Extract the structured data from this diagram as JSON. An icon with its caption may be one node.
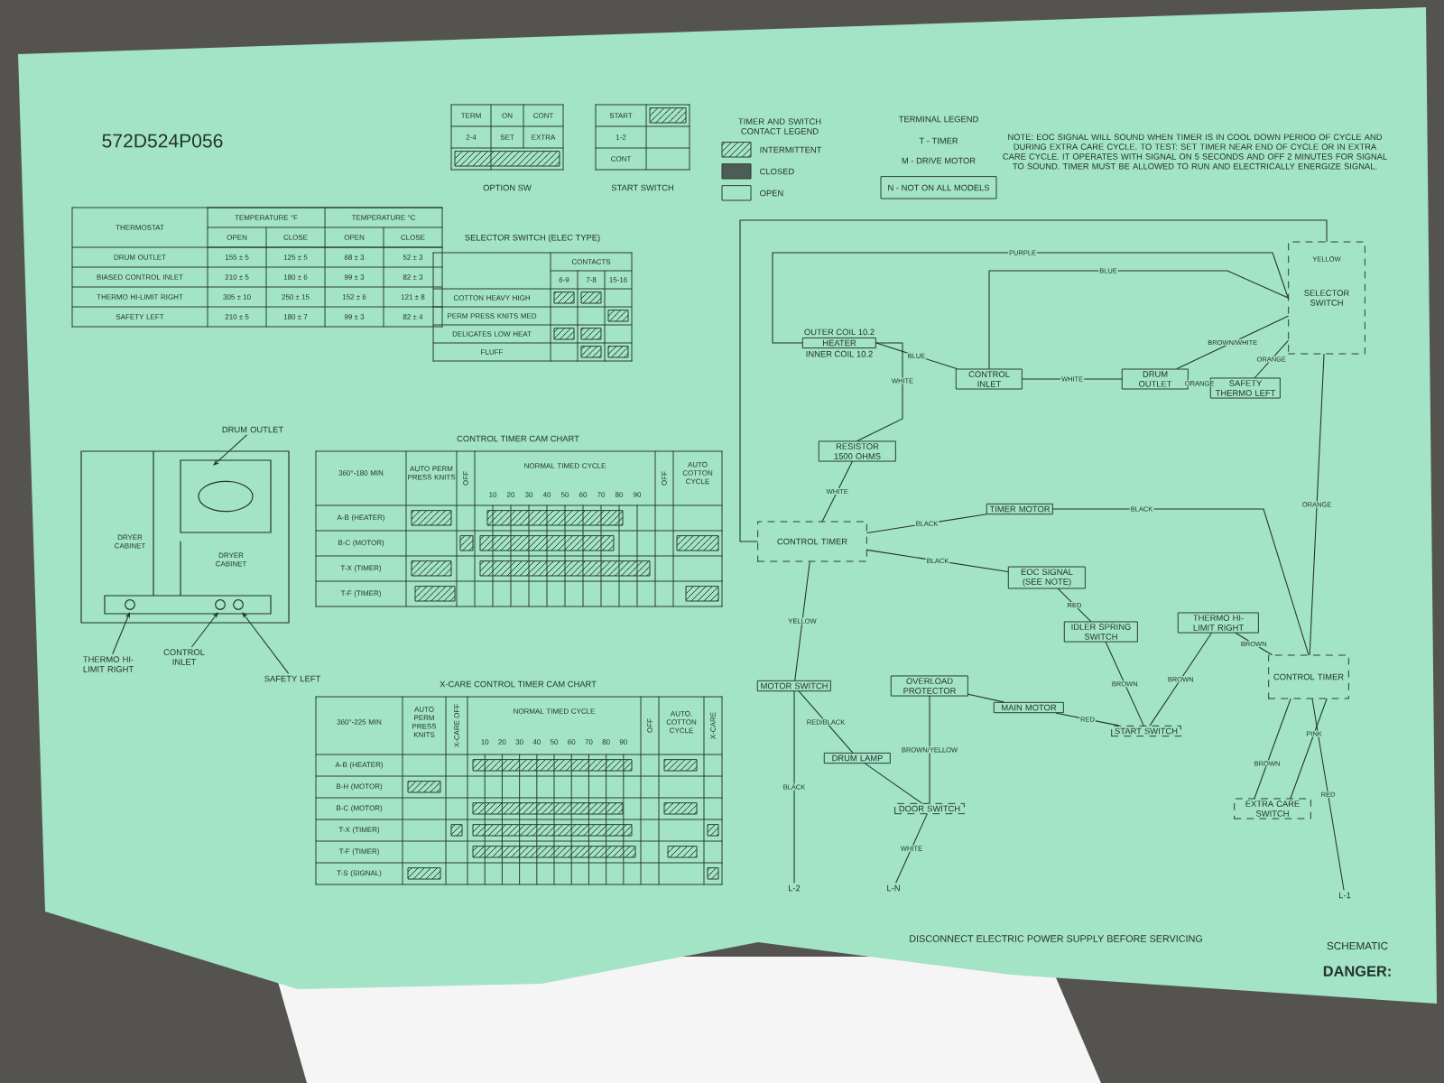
{
  "diagram": {
    "nodes": [
      {
        "text": [
          "SELECTOR SWITCH"
        ]
      },
      {
        "text": [
          "CONTROL INLET"
        ]
      },
      {
        "text": [
          "DRUM OUTLET"
        ]
      },
      {
        "text": [
          "SAFETY THERMO LEFT"
        ]
      },
      {
        "text": [
          "HEATER"
        ],
        "beside": [
          "OUTER COIL 10.2",
          "INNER COIL 10.2"
        ]
      },
      {
        "text": [
          "RESISTOR 1500 OHMS"
        ]
      },
      {
        "text": [
          "TIMER MOTOR"
        ]
      },
      {
        "text": [
          "CONTROL TIMER"
        ]
      },
      {
        "text": [
          "EOC SIGNAL (SEE NOTE)"
        ]
      },
      {
        "text": [
          "IDLER SPRING SWITCH"
        ]
      },
      {
        "text": [
          "START SWITCH"
        ]
      },
      {
        "text": [
          "THERMO HI-LIMIT RIGHT"
        ]
      },
      {
        "text": [
          "CONTROL TIMER"
        ]
      },
      {
        "text": [
          "EXTRA CARE SWITCH"
        ]
      },
      {
        "text": [
          "MAIN MOTOR"
        ]
      },
      {
        "text": [
          "OVERLOAD PROTECTOR"
        ]
      },
      {
        "text": [
          "DRUM LAMP"
        ]
      },
      {
        "text": [
          "DOOR SWITCH"
        ]
      },
      {
        "text": [
          "MOTOR SWITCH"
        ]
      },
      {
        "text": [
          "L-1"
        ]
      },
      {
        "text": [
          "L-N"
        ]
      },
      {
        "text": [
          "L-2"
        ]
      },
      {
        "text": [
          "DRUM OUTLET"
        ]
      },
      {
        "text": [
          "THERMO HI-LIMIT RIGHT"
        ]
      },
      {
        "text": [
          "CONTROL INLET"
        ]
      },
      {
        "text": [
          "SAFETY LEFT"
        ]
      }
    ],
    "edges": [
      {
        "from": 19,
        "to": 12,
        "arrow": "none",
        "label": "RED"
      },
      {
        "from": 12,
        "to": 13,
        "arrow": "none",
        "label": "PINK"
      },
      {
        "from": 12,
        "to": 13,
        "arrow": "none",
        "label": "BROWN"
      },
      {
        "from": 12,
        "to": 11,
        "arrow": "none",
        "label": "BROWN"
      },
      {
        "from": 11,
        "to": 10,
        "arrow": "none",
        "label": "BROWN"
      },
      {
        "from": 10,
        "to": 14,
        "arrow": "none",
        "label": "RED"
      },
      {
        "from": 10,
        "to": 9,
        "arrow": "none",
        "label": "BROWN"
      },
      {
        "from": 9,
        "to": 8,
        "arrow": "none",
        "label": "RED"
      },
      {
        "from": 14,
        "to": 15,
        "arrow": "none"
      },
      {
        "from": 15,
        "to": 17,
        "arrow": "none",
        "label": "BROWN/YELLOW"
      },
      {
        "from": 17,
        "to": 20,
        "arrow": "none",
        "label": "WHITE"
      },
      {
        "from": 16,
        "to": 18,
        "arrow": "none",
        "label": "RED/BLACK"
      },
      {
        "from": 16,
        "to": 17,
        "arrow": "none"
      },
      {
        "from": 18,
        "to": 21,
        "arrow": "none",
        "label": "BLACK"
      },
      {
        "from": 18,
        "to": 7,
        "arrow": "none",
        "label": "YELLOW"
      },
      {
        "from": 12,
        "to": 0,
        "arrow": "none",
        "label": "ORANGE"
      },
      {
        "from": 0,
        "to": 3,
        "arrow": "none",
        "label": "ORANGE"
      },
      {
        "from": 3,
        "to": 2,
        "arrow": "none",
        "label": "ORANGE"
      },
      {
        "from": 2,
        "to": 1,
        "arrow": "none",
        "label": "WHITE"
      },
      {
        "from": 0,
        "to": 2,
        "arrow": "none",
        "label": "BROWN/WHITE"
      },
      {
        "from": 0,
        "to": 1,
        "arrow": "none",
        "label": "BLUE"
      },
      {
        "from": 0,
        "to": 7,
        "arrow": "none",
        "label": "YELLOW"
      },
      {
        "from": 0,
        "to": 4,
        "arrow": "none",
        "label": "PURPLE"
      },
      {
        "from": 1,
        "to": 4,
        "arrow": "none",
        "label": "BLUE"
      },
      {
        "from": 4,
        "to": 5,
        "arrow": "none",
        "label": "WHITE"
      },
      {
        "from": 5,
        "to": 7,
        "arrow": "none",
        "label": "WHITE"
      },
      {
        "from": 7,
        "to": 6,
        "arrow": "none",
        "label": "BLACK"
      },
      {
        "from": 6,
        "to": 12,
        "arrow": "none",
        "label": "BLACK"
      },
      {
        "from": 7,
        "to": 8,
        "arrow": "none",
        "label": "BLACK"
      },
      {
        "from": 22,
        "to": null,
        "arrow": "to"
      },
      {
        "from": 23,
        "to": null,
        "arrow": "to"
      },
      {
        "from": 24,
        "to": null,
        "arrow": "to"
      },
      {
        "from": 25,
        "to": null,
        "arrow": "to"
      }
    ],
    "labels": [
      "DANGER:",
      "SCHEMATIC",
      "DISCONNECT ELECTRIC POWER SUPPLY BEFORE SERVICING",
      "NOTE: EOC SIGNAL WILL SOUND WHEN TIMER IS IN COOL DOWN PERIOD OF CYCLE AND DURING EXTRA CARE CYCLE. TO TEST: SET TIMER NEAR END OF CYCLE OR IN EXTRA CARE CYCLE. IT OPERATES WITH SIGNAL ON 5 SECONDS AND OFF 2 MINUTES FOR SIGNAL TO SOUND. TIMER MUST BE ALLOWED TO RUN AND ELECTRICALLY ENERGIZE SIGNAL.",
      "TERMINAL LEGEND",
      "T - TIMER",
      "M - DRIVE MOTOR",
      "N - NOT ON ALL MODELS",
      "TIMER AND SWITCH CONTACT LEGEND",
      "START SWITCH",
      "START",
      "1-2",
      "CONT",
      "OPTION SW",
      "TERM",
      "2-4",
      "ON",
      "SET",
      "CONT",
      "EXTRA",
      "572D524P056",
      "THERMOSTAT",
      "TEMPERATURE °F",
      "TEMPERATURE °C",
      "OPEN",
      "CLOSE",
      "OPEN",
      "CLOSE",
      "DRUM OUTLET",
      "155 ± 5",
      "125 ± 5",
      "68 ± 3",
      "52 ± 3",
      "BIASED CONTROL INLET",
      "210 ± 5",
      "180 ± 6",
      "99 ± 3",
      "82 ± 3",
      "THERMO HI-LIMIT RIGHT",
      "305 ± 10",
      "250 ± 15",
      "152 ± 6",
      "121 ± 8",
      "SAFETY LEFT",
      "210 ± 5",
      "180 ± 7",
      "99 ± 3",
      "82 ± 4",
      "SELECTOR SWITCH (ELEC TYPE)",
      "CONTACTS",
      "6-9",
      "7-8",
      "15-16",
      "COTTON HEAVY HIGH",
      "PERM PRESS KNITS MED",
      "DELICATES LOW HEAT",
      "FLUFF",
      "CONTROL TIMER CAM CHART",
      "360°-180 MIN",
      "AUTO PERM PRESS KNITS",
      "OFF",
      "NORMAL TIMED CYCLE",
      "OFF",
      "AUTO COTTON CYCLE",
      "10",
      "20",
      "30",
      "40",
      "50",
      "60",
      "70",
      "80",
      "90",
      "A-B (HEATER)",
      "B-C (MOTOR)",
      "T-X (TIMER)",
      "T-F (TIMER)",
      "X-CARE CONTROL TIMER CAM CHART",
      "360°-225 MIN",
      "AUTO PERM PRESS KNITS",
      "X-CARE OFF",
      "NORMAL TIMED CYCLE",
      "10",
      "20",
      "30",
      "40",
      "50",
      "60",
      "70",
      "80",
      "90",
      "OFF",
      "AUTO. COTTON CYCLE",
      "X-CARE",
      "A-B (HEATER)",
      "B-H (MOTOR)",
      "B-C (MOTOR)",
      "T-X (TIMER)",
      "T-F (TIMER)",
      "T-S (SIGNAL)",
      "DRYER CABINET",
      "DRYER CABINET"
    ],
    "legend": [
      {
        "text": "INTERMITTENT"
      },
      {
        "text": "CLOSED"
      },
      {
        "text": "OPEN"
      }
    ]
  }
}
